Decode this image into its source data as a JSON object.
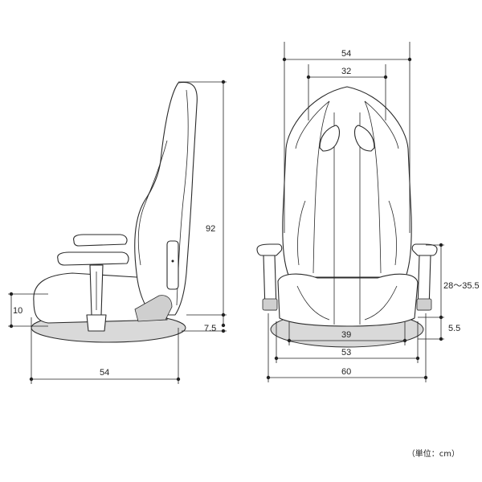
{
  "side_view": {
    "height_label": "92",
    "seat_height_label": "10",
    "base_thickness_label": "7.5",
    "depth_label": "54"
  },
  "front_view": {
    "total_width_label": "54",
    "back_width_label": "32",
    "armrest_height_label": "28〜35.5",
    "base_offset_label": "5.5",
    "seat_width_label": "39",
    "base_width_label": "53",
    "arm_span_label": "60"
  },
  "unit_note": "（単位：cm）"
}
